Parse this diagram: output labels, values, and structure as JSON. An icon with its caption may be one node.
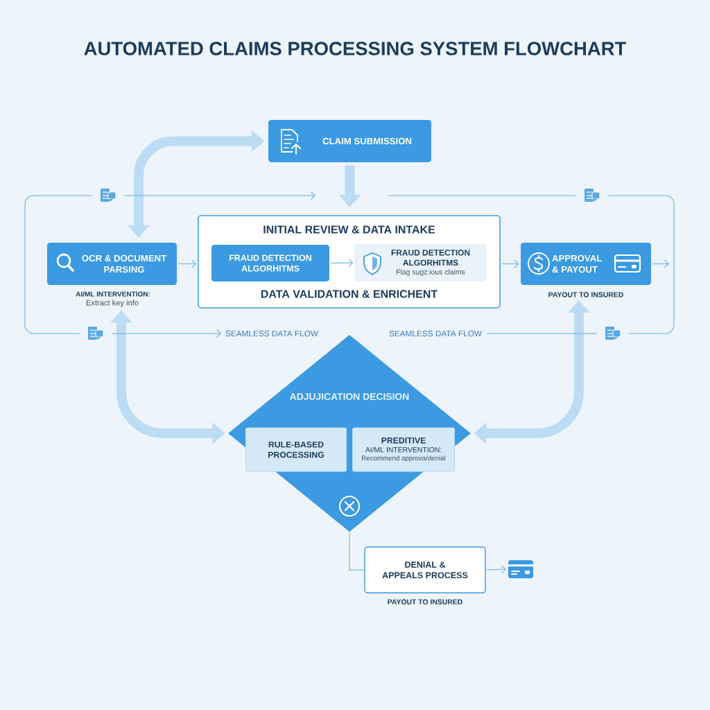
{
  "diagram": {
    "title": "AUTOMATED CLAIMS PROCESSING SYSTEM FLOWCHART",
    "nodes": [
      {
        "text": [
          "CLAIM SUBMISSION"
        ]
      },
      {
        "text": [],
        "shape": "picture"
      },
      {
        "text": [],
        "shape": "picture"
      },
      {
        "text": [
          "OCR & DOCUMENT PARSING"
        ],
        "beside": [
          "AI/ML INTERVENTION:",
          "Extract key info"
        ]
      },
      {
        "text": [
          "INITIAL REVIEW & DATA INTAKE",
          "DATA VALIDATION & ENRICHENT"
        ]
      },
      {
        "text": [
          "FRAUD DETECTION ALGORHITMS"
        ],
        "in": 4
      },
      {
        "text": [
          "FRAUD DETECTION ALGORHITMS",
          "Flag sugz:ious claims"
        ],
        "in": 4
      },
      {
        "text": [
          "APPROVAL & PAYOUT"
        ],
        "beside": [
          "PAYOUT TO INSURED"
        ]
      },
      {
        "text": [],
        "shape": "picture"
      },
      {
        "text": [
          "SEAMLESS DATA FLOW"
        ]
      },
      {
        "text": [
          "SEAMLESS DATA FLOW"
        ]
      },
      {
        "text": [],
        "shape": "picture"
      },
      {
        "text": [
          "ADJUJICATION DECISION"
        ]
      },
      {
        "text": [
          "RULE-BASED PROCESSING"
        ],
        "in": 12
      },
      {
        "text": [
          "PREDITIVE",
          "AI/ML INTERVENTION:",
          "Recommend approva/denial"
        ],
        "in": 12
      },
      {
        "text": [
          "DENIAL & APPEALS PROCESS"
        ],
        "beside": [
          "PAYOUT TO INSURED"
        ]
      },
      {
        "text": [],
        "shape": "picture"
      }
    ],
    "edges": [
      {
        "from": 0,
        "to": 3,
        "arrow": "both",
        "style": "thick",
        "color": "#bcdcf4"
      },
      {
        "from": 0,
        "to": 4,
        "arrow": "to",
        "style": "thick",
        "color": "#bcdcf4"
      },
      {
        "from": 3,
        "to": 4,
        "arrow": "to"
      },
      {
        "from": 5,
        "to": 6,
        "arrow": "to"
      },
      {
        "from": 4,
        "to": 7,
        "arrow": "to"
      },
      {
        "from": 7,
        "to": null,
        "arrow": "to"
      },
      {
        "from": 12,
        "to": 3,
        "arrow": "both",
        "style": "thick",
        "color": "#bcdcf4"
      },
      {
        "from": 12,
        "to": 7,
        "arrow": "both",
        "style": "thick",
        "color": "#bcdcf4"
      },
      {
        "from": 12,
        "to": 15,
        "arrow": "none"
      },
      {
        "from": 15,
        "to": 16,
        "arrow": "to"
      },
      {
        "from": 1,
        "to": null,
        "arrow": "to"
      },
      {
        "from": 1,
        "to": 8,
        "arrow": "none"
      },
      {
        "from": 8,
        "to": 9,
        "arrow": "to"
      },
      {
        "from": null,
        "to": 2,
        "arrow": "none"
      },
      {
        "from": 2,
        "to": 11,
        "arrow": "none"
      },
      {
        "from": 11,
        "to": 10,
        "arrow": "none"
      }
    ]
  }
}
